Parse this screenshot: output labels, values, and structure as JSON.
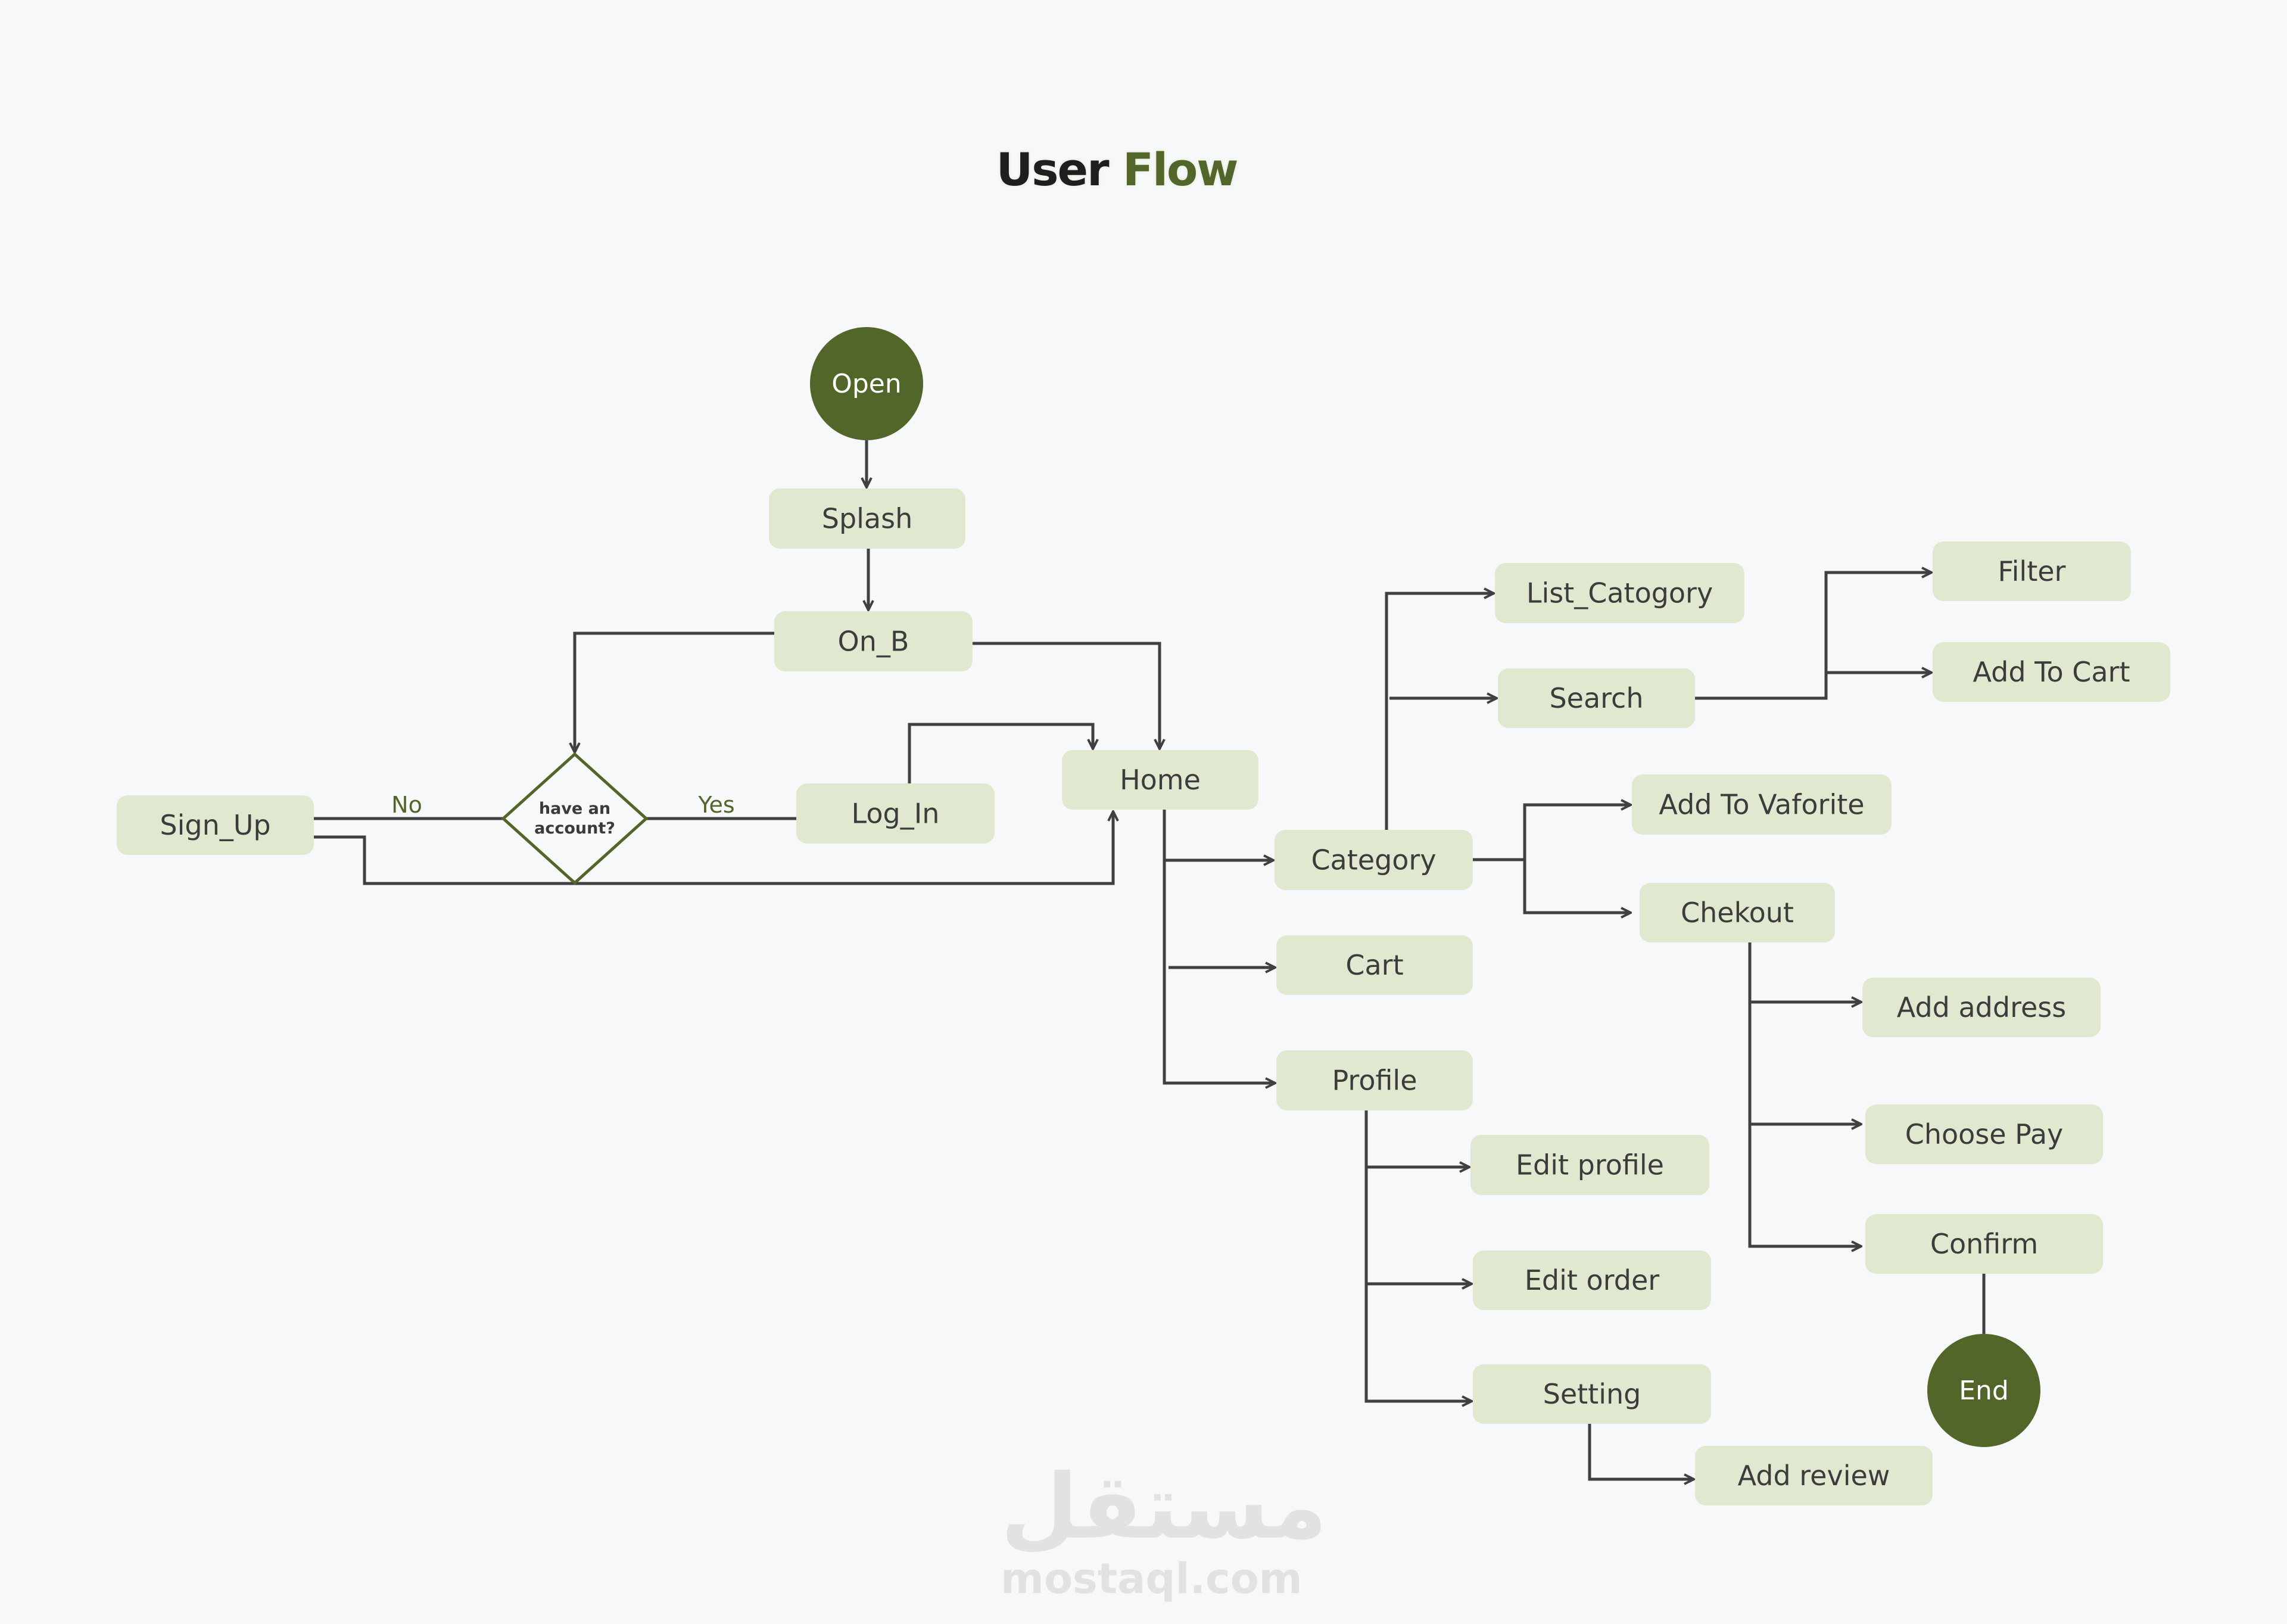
{
  "title": {
    "part1": "User",
    "part2": "Flow"
  },
  "colors": {
    "accent": "#536629",
    "node_fill": "#e0e9d0",
    "text": "#3c3c3c",
    "line": "#404040",
    "background": "#f7f8fa"
  },
  "watermark": {
    "arabic": "مستقل",
    "latin": "mostaql.com"
  },
  "nodes": [
    {
      "id": "open",
      "label": "Open",
      "shape": "circle"
    },
    {
      "id": "splash",
      "label": "Splash",
      "shape": "rect"
    },
    {
      "id": "on_b",
      "label": "On_B",
      "shape": "rect"
    },
    {
      "id": "decision",
      "label_line1": "have an",
      "label_line2": "account?",
      "shape": "diamond"
    },
    {
      "id": "sign_up",
      "label": "Sign_Up",
      "shape": "rect"
    },
    {
      "id": "log_in",
      "label": "Log_In",
      "shape": "rect"
    },
    {
      "id": "home",
      "label": "Home",
      "shape": "rect"
    },
    {
      "id": "category",
      "label": "Category",
      "shape": "rect"
    },
    {
      "id": "cart",
      "label": "Cart",
      "shape": "rect"
    },
    {
      "id": "profile",
      "label": "Profile",
      "shape": "rect"
    },
    {
      "id": "list_catogory",
      "label": "List_Catogory",
      "shape": "rect"
    },
    {
      "id": "search",
      "label": "Search",
      "shape": "rect"
    },
    {
      "id": "filter",
      "label": "Filter",
      "shape": "rect"
    },
    {
      "id": "add_to_cart",
      "label": "Add To Cart",
      "shape": "rect"
    },
    {
      "id": "add_to_vaforite",
      "label": "Add To Vaforite",
      "shape": "rect"
    },
    {
      "id": "chekout",
      "label": "Chekout",
      "shape": "rect"
    },
    {
      "id": "add_address",
      "label": "Add address",
      "shape": "rect"
    },
    {
      "id": "choose_pay",
      "label": "Choose Pay",
      "shape": "rect"
    },
    {
      "id": "confirm",
      "label": "Confirm",
      "shape": "rect"
    },
    {
      "id": "end",
      "label": "End",
      "shape": "circle"
    },
    {
      "id": "edit_profile",
      "label": "Edit profile",
      "shape": "rect"
    },
    {
      "id": "edit_order",
      "label": "Edit order",
      "shape": "rect"
    },
    {
      "id": "setting",
      "label": "Setting",
      "shape": "rect"
    },
    {
      "id": "add_review",
      "label": "Add review",
      "shape": "rect"
    }
  ],
  "edge_labels": {
    "no": "No",
    "yes": "Yes"
  },
  "edges": [
    {
      "from": "open",
      "to": "splash"
    },
    {
      "from": "splash",
      "to": "on_b"
    },
    {
      "from": "on_b",
      "to": "decision"
    },
    {
      "from": "on_b",
      "to": "home"
    },
    {
      "from": "decision",
      "to": "sign_up",
      "label": "No"
    },
    {
      "from": "decision",
      "to": "log_in",
      "label": "Yes"
    },
    {
      "from": "log_in",
      "to": "home"
    },
    {
      "from": "sign_up",
      "to": "home"
    },
    {
      "from": "home",
      "to": "category"
    },
    {
      "from": "home",
      "to": "cart"
    },
    {
      "from": "home",
      "to": "profile"
    },
    {
      "from": "category",
      "to": "list_catogory"
    },
    {
      "from": "category",
      "to": "search"
    },
    {
      "from": "search",
      "to": "filter"
    },
    {
      "from": "search",
      "to": "add_to_cart"
    },
    {
      "from": "category",
      "to": "add_to_vaforite"
    },
    {
      "from": "category",
      "to": "chekout"
    },
    {
      "from": "chekout",
      "to": "add_address"
    },
    {
      "from": "chekout",
      "to": "choose_pay"
    },
    {
      "from": "chekout",
      "to": "confirm"
    },
    {
      "from": "confirm",
      "to": "end"
    },
    {
      "from": "profile",
      "to": "edit_profile"
    },
    {
      "from": "profile",
      "to": "edit_order"
    },
    {
      "from": "profile",
      "to": "setting"
    },
    {
      "from": "setting",
      "to": "add_review"
    }
  ]
}
